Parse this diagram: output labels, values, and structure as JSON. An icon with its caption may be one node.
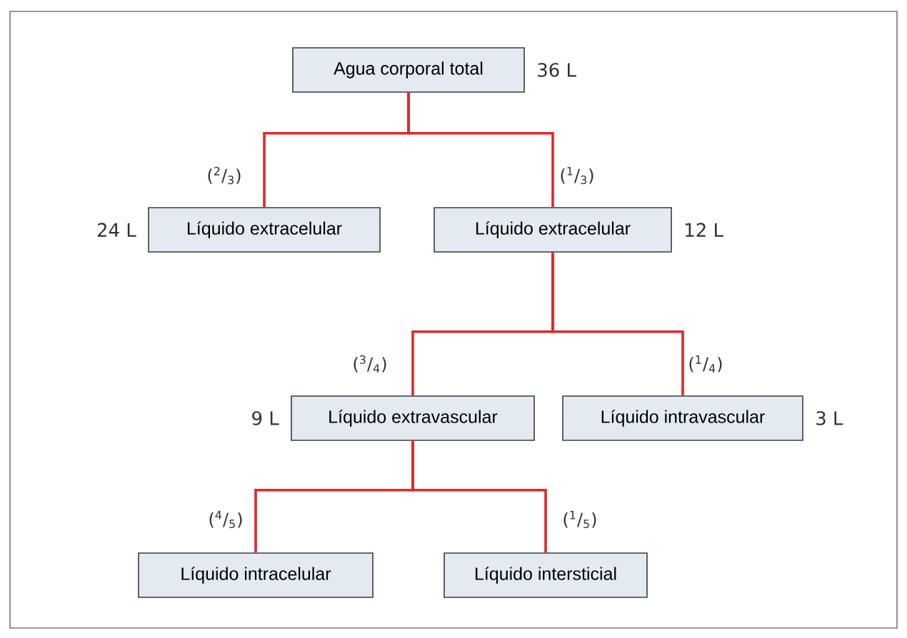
{
  "diagram": {
    "nodes": [
      {
        "text": [
          "Agua corporal total"
        ],
        "beside": [
          "36 L"
        ]
      },
      {
        "text": [
          "Líquido extracelular"
        ],
        "beside": [
          "24 L"
        ]
      },
      {
        "text": [
          "Líquido extracelular"
        ],
        "beside": [
          "12 L"
        ]
      },
      {
        "text": [
          "Líquido extravascular"
        ],
        "beside": [
          "9 L"
        ]
      },
      {
        "text": [
          "Líquido intravascular"
        ],
        "beside": [
          "3 L"
        ]
      },
      {
        "text": [
          "Líquido intracelular"
        ]
      },
      {
        "text": [
          "Líquido intersticial"
        ]
      }
    ],
    "edges": [
      {
        "from": 0,
        "to": 1,
        "arrow": "none",
        "label": "($^{2}$/$_{3}$)"
      },
      {
        "from": 0,
        "to": 2,
        "arrow": "none",
        "label": "($^{1}$/$_{3}$)"
      },
      {
        "from": 2,
        "to": 3,
        "arrow": "none",
        "label": "($^{3}$/$_{4}$)"
      },
      {
        "from": 2,
        "to": 4,
        "arrow": "none",
        "label": "($^{1}$/$_{4}$)"
      },
      {
        "from": 3,
        "to": 5,
        "arrow": "none",
        "label": "($^{4}$/$_{5}$)"
      },
      {
        "from": 3,
        "to": 6,
        "arrow": "none",
        "label": "($^{1}$/$_{5}$)"
      }
    ]
  }
}
